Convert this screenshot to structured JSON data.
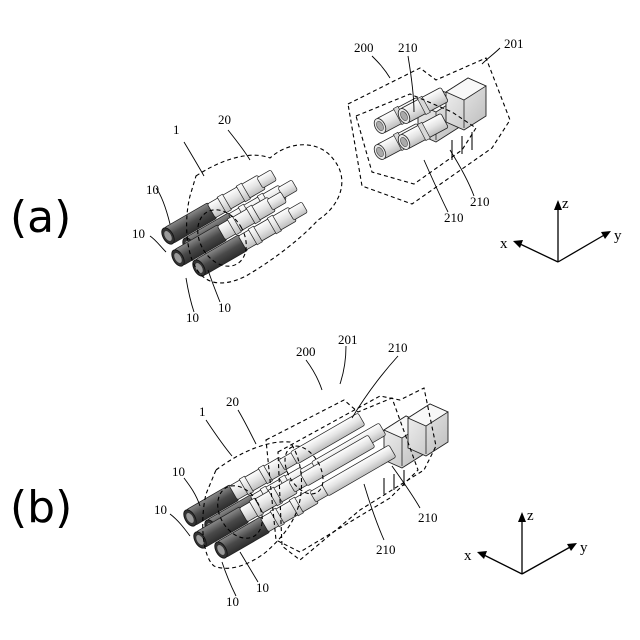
{
  "colors": {
    "dark_cable": "#5a5a5a",
    "light_cable": "#e6e6e6",
    "outline": "#222222",
    "housing": "#dcdcdc"
  },
  "panels": [
    {
      "label": "(a)",
      "refs": {
        "plug_group": "1",
        "plug_connector": "20",
        "receptacle_group": "200",
        "receptacle_connector": "201",
        "contact_top": "210",
        "contact_right": "210",
        "contact_bottom": "210",
        "cable_1": "10",
        "cable_2": "10",
        "cable_3": "10",
        "cable_4": "10"
      },
      "axes": {
        "x": "x",
        "y": "y",
        "z": "z"
      }
    },
    {
      "label": "(b)",
      "refs": {
        "plug_group": "1",
        "plug_connector": "20",
        "receptacle_group": "200",
        "receptacle_connector": "201",
        "contact_top": "210",
        "contact_right": "210",
        "contact_bottom": "210",
        "cable_1": "10",
        "cable_2": "10",
        "cable_3": "10",
        "cable_4": "10"
      },
      "axes": {
        "x": "x",
        "y": "y",
        "z": "z"
      }
    }
  ]
}
